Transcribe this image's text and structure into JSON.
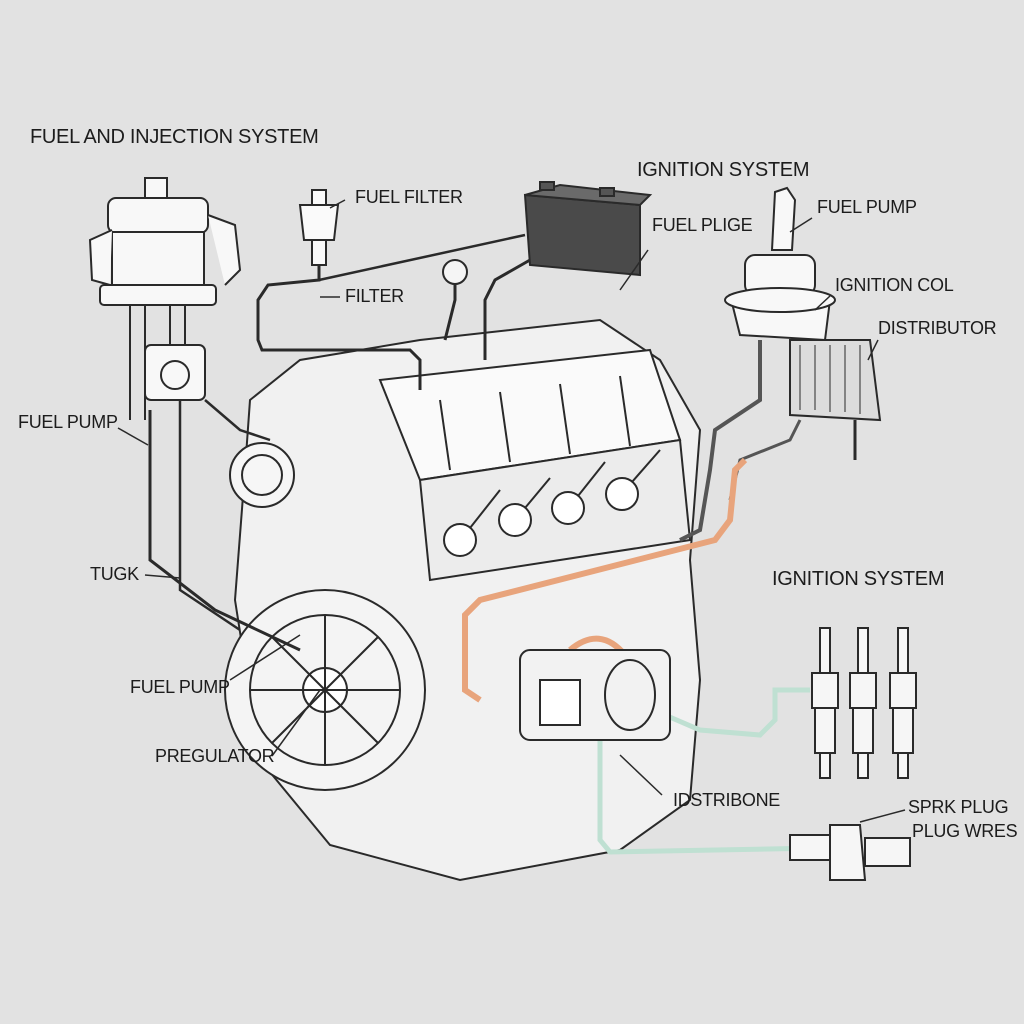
{
  "titles": {
    "fuel_injection": "FUEL AND INJECTION SYSTEM",
    "ignition_top": "IGNITION SYSTEM",
    "ignition_mid": "IGNITION SYSTEM"
  },
  "labels": {
    "fuel_filter": "FUEL FILTER",
    "filter": "FILTER",
    "fuel_plige": "FUEL PLIGE",
    "fuel_pump_top": "FUEL PUMP",
    "ignition_col": "IGNITION COL",
    "distributor": "DISTRIBUTOR",
    "fuel_pump_left": "FUEL PUMP",
    "tugk": "TUGK",
    "fuel_pump_bottom": "FUEL PUMP",
    "pregulator": "PREGULATOR",
    "idstribone": "IDSTRIBONE",
    "sprk_plug": "SPRK PLUG",
    "plug_wres": "PLUG WRES"
  },
  "colors": {
    "background": "#e2e2e2",
    "line": "#2a2a2a",
    "orange_pipe": "#e8a47c",
    "teal_pipe": "#bfe0d2",
    "battery": "#4a4a4a"
  }
}
